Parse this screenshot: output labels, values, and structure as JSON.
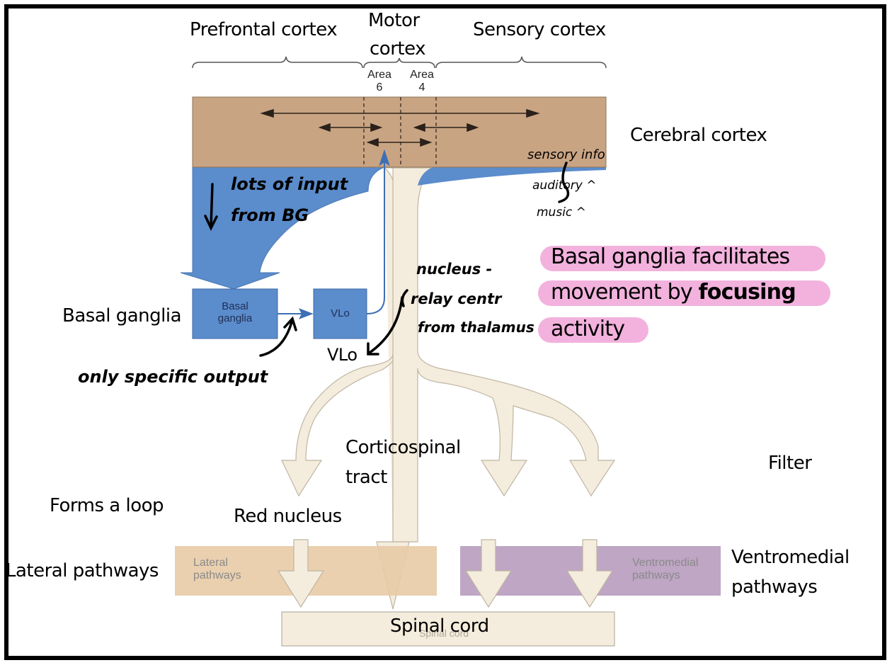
{
  "header_labels": {
    "prefrontal": "Prefrontal cortex",
    "motor_line1": "Motor",
    "motor_line2": "cortex",
    "sensory": "Sensory cortex",
    "area6_line1": "Area",
    "area6_line2": "6",
    "area4_line1": "Area",
    "area4_line2": "4"
  },
  "labels": {
    "cerebral_cortex": "Cerebral cortex",
    "basal_ganglia": "Basal ganglia",
    "vlo": "VLo",
    "corticospinal_line1": "Corticospinal",
    "corticospinal_line2": "tract",
    "filter": "Filter",
    "forms_loop": "Forms a loop",
    "red_nucleus": "Red nucleus",
    "lateral_pathways": "Lateral pathways",
    "ventromedial_line1": "Ventromedial",
    "ventromedial_line2": "pathways",
    "spinal_cord": "Spinal cord"
  },
  "boxes": {
    "basal_ganglia_line1": "Basal",
    "basal_ganglia_line2": "ganglia",
    "vlo": "VLo",
    "lateral_line1": "Lateral",
    "lateral_line2": "pathways",
    "ventromedial_line1": "Ventromedial",
    "ventromedial_line2": "pathways",
    "spinal_cord_faint": "Spinal cord"
  },
  "highlight": {
    "line1": "Basal ganglia facilitates",
    "line2_normal": "movement by ",
    "line2_bold": "focusing",
    "line3": "activity"
  },
  "handwritten": {
    "lots_of_input_line1": "lots of input",
    "lots_of_input_line2": "from BG",
    "only_specific_output": "only specific output",
    "nucleus_line1": "nucleus -",
    "nucleus_line2": "relay centr",
    "nucleus_line3": "from thalamus",
    "sensory_info": "sensory info",
    "auditory": "auditory ^",
    "music": "music ^"
  },
  "colors": {
    "cortex": "#c9a483",
    "blue": "#5b8ccc",
    "cream": "#f4ecdc",
    "lateral": "#e8cba6",
    "ventromedial": "#bea6c4",
    "highlight": "#f2b2dd"
  }
}
